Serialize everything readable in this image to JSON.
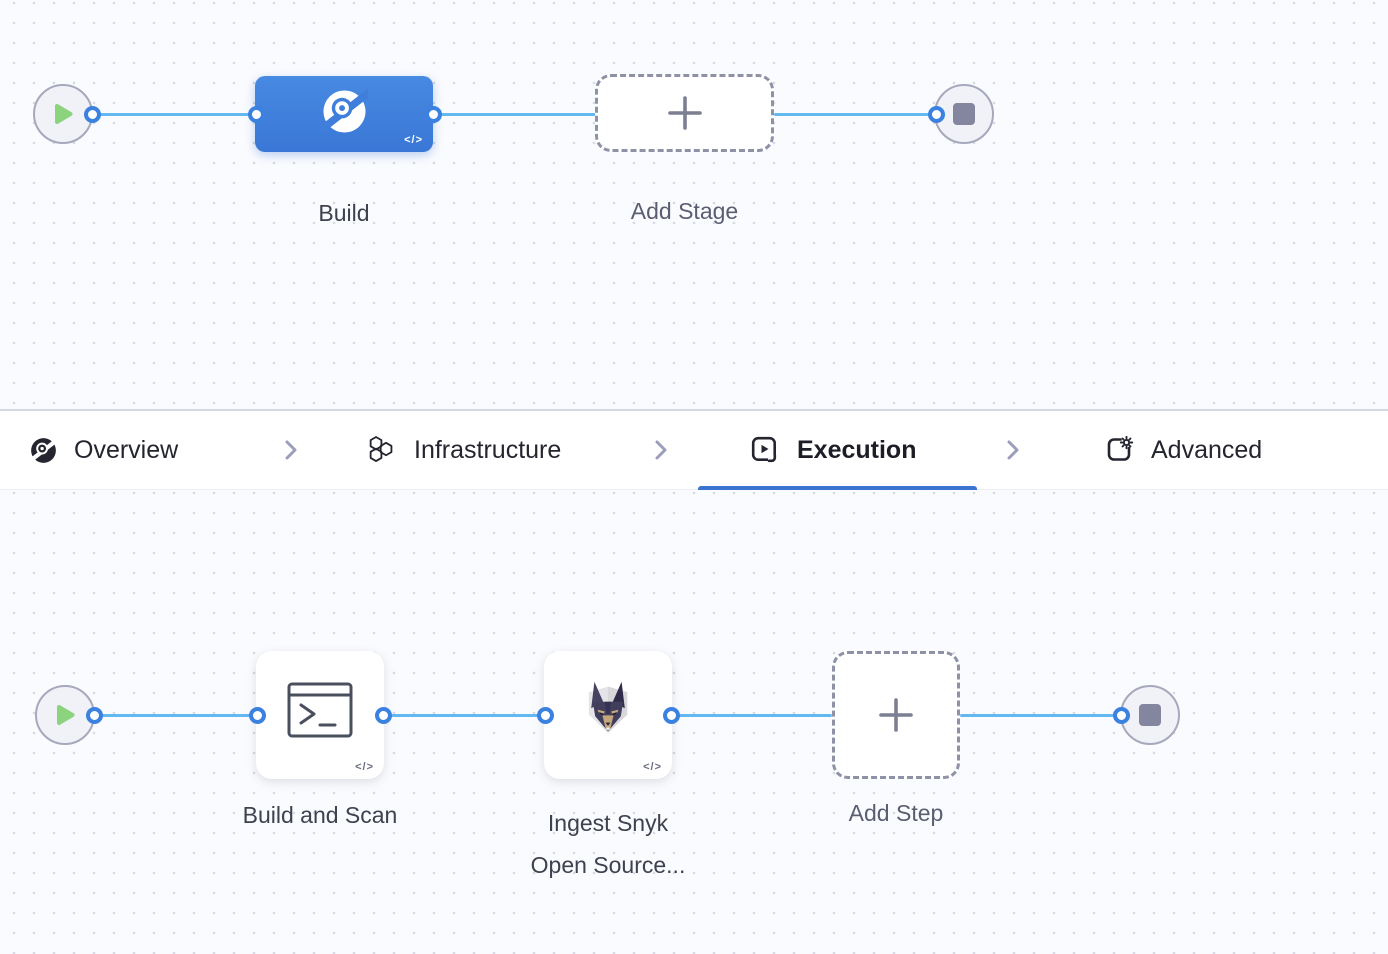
{
  "pipeline_studio": {
    "stage_flow": {
      "stage": {
        "label": "Build",
        "icon": "ci-module-icon"
      },
      "add_stage": {
        "label": "Add Stage",
        "icon": "plus-icon"
      }
    },
    "tab_bar": {
      "tabs": [
        {
          "id": "overview",
          "label": "Overview",
          "icon": "ci-module-icon",
          "active": false
        },
        {
          "id": "infrastructure",
          "label": "Infrastructure",
          "icon": "hexagons-icon",
          "active": false
        },
        {
          "id": "execution",
          "label": "Execution",
          "icon": "play-square-icon",
          "active": true
        },
        {
          "id": "advanced",
          "label": "Advanced",
          "icon": "box-gear-icon",
          "active": false
        }
      ]
    },
    "step_flow": {
      "steps": [
        {
          "label": "Build and Scan",
          "icon": "run-terminal-icon"
        },
        {
          "label_line1": "Ingest Snyk",
          "label_line2": "Open Source...",
          "icon": "snyk-doberman-icon"
        }
      ],
      "add_step": {
        "label": "Add Step",
        "icon": "plus-icon"
      }
    },
    "glyphs": {
      "code_badge": "</>"
    },
    "colors": {
      "stage_node_blue": "#4080dc",
      "connector_line_blue": "#63b9ef",
      "connector_ring_blue": "#3b82e0",
      "active_tab_underline": "#3b74cf",
      "play_triangle_green": "#8cd37d",
      "stop_square_slate": "#8486a0",
      "canvas_background": "#fafbfe"
    }
  }
}
